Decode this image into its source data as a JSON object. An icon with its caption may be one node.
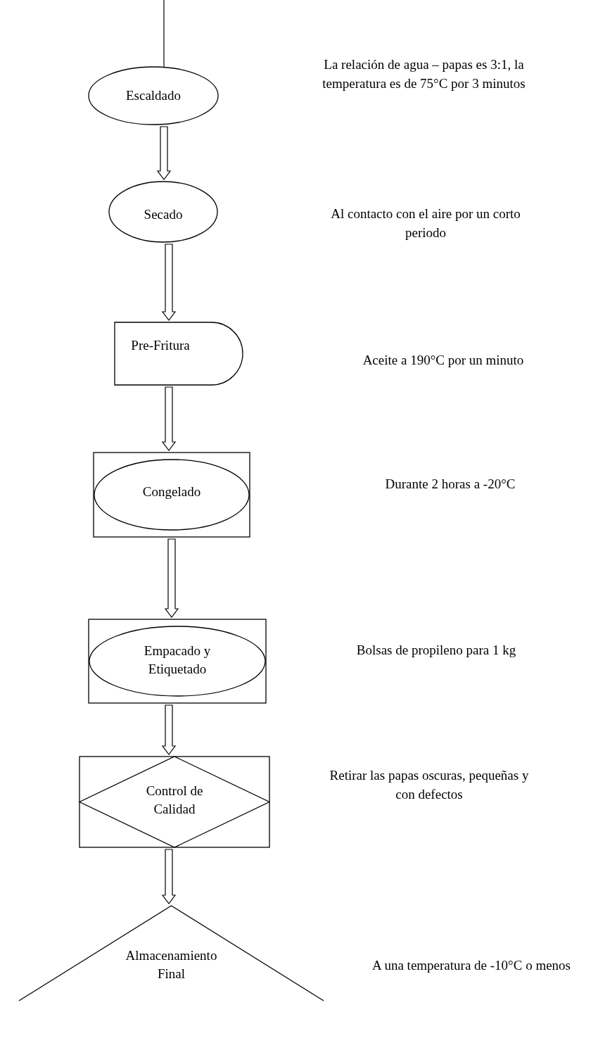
{
  "diagram": {
    "nodes": [
      {
        "text": [
          "Escaldado"
        ]
      },
      {
        "text": [
          "Secado"
        ]
      },
      {
        "text": [
          "Pre-Fritura"
        ]
      },
      {
        "text": [
          "Congelado"
        ]
      },
      {
        "text": [
          "Empacado y Etiquetado"
        ]
      },
      {
        "text": [
          "Control de Calidad"
        ]
      },
      {
        "text": [
          "Almacenamiento Final"
        ]
      }
    ],
    "edges": [
      {
        "from": null,
        "to": 0,
        "arrow": "none"
      },
      {
        "from": 0,
        "to": 1,
        "arrow": "to"
      },
      {
        "from": 1,
        "to": 2,
        "arrow": "to"
      },
      {
        "from": 2,
        "to": 3,
        "arrow": "to"
      },
      {
        "from": 3,
        "to": 4,
        "arrow": "to"
      },
      {
        "from": 4,
        "to": 5,
        "arrow": "to"
      },
      {
        "from": 5,
        "to": 6,
        "arrow": "to"
      }
    ],
    "labels": [
      "La relación de agua – papas es 3:1, la temperatura es de 75°C por 3 minutos",
      "Al contacto con el aire por un corto periodo",
      "Aceite a 190°C por un minuto",
      "Durante 2 horas a -20°C",
      "Bolsas de propileno para 1 kg",
      "Retirar las papas oscuras, pequeñas y con defectos",
      "A una temperatura de -10°C o menos"
    ]
  }
}
